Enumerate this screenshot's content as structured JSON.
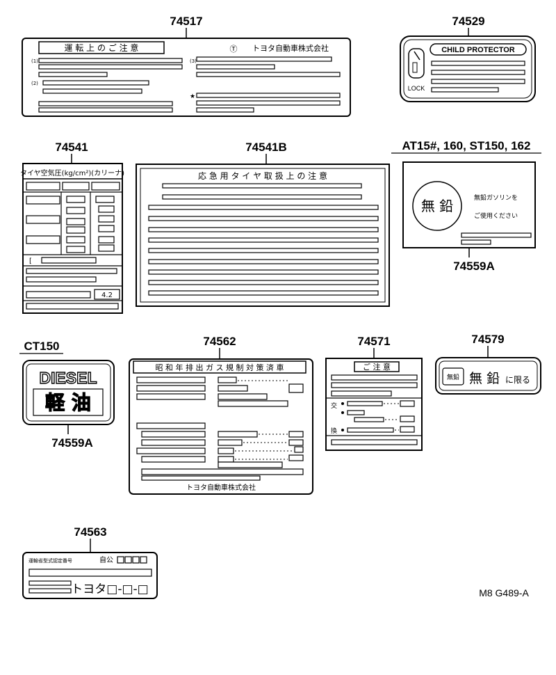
{
  "part_numbers": {
    "p74517": "74517",
    "p74529": "74529",
    "p74541": "74541",
    "p74541b": "74541B",
    "p74559a_top": "74559A",
    "p74562": "74562",
    "p74571": "74571",
    "p74579": "74579",
    "p74559a_bottom": "74559A",
    "p74563": "74563"
  },
  "applicability": {
    "at15": "AT15#, 160, ST150, 162",
    "ct150": "CT150"
  },
  "labels": {
    "l74517": {
      "title": "運 転 上 の ご 注 意",
      "maker": "トヨタ自動車株式会社",
      "logo": "Ⓣ",
      "item1": "(1)",
      "item2": "(2)",
      "item3": "(3)",
      "star": "★"
    },
    "l74529": {
      "title": "CHILD PROTECTOR",
      "lock": "LOCK"
    },
    "l74541": {
      "title": "タイヤ空気圧(kg/cm²)(カリーナ)",
      "bracket": "[",
      "value": "4.2"
    },
    "l74541b": {
      "title": "応 急 用 タ イ ヤ 取 扱 上 の 注 意"
    },
    "l74559a_top": {
      "circle_text": "無 鉛",
      "line1": "無鉛ガソリンを",
      "line2": "ご使用ください"
    },
    "l74559a_bottom": {
      "word": "DIESEL",
      "kanji": "軽 油"
    },
    "l74562": {
      "title": "昭 和  年 排 出 ガ ス 規 制 対 策 済 車",
      "maker": "トヨタ自動車株式会社"
    },
    "l74571": {
      "title": "ご 注 意",
      "side1": "交",
      "side2": "換"
    },
    "l74579": {
      "boxed": "無鉛",
      "big": "無 鉛",
      "small": "に限る"
    },
    "l74563": {
      "header": "運輸省型式認定番号",
      "kou": "自公",
      "code": "トヨタ□-□-□"
    }
  },
  "figure_code": "M8 G489-A"
}
